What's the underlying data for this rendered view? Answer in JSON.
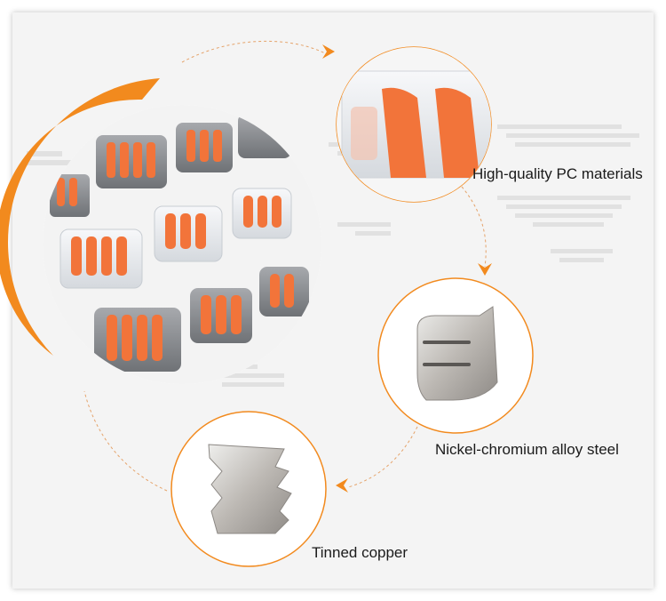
{
  "labels": {
    "pc": "High-quality PC materials",
    "steel": "Nickel-chromium alloy steel",
    "copper": "Tinned copper"
  },
  "colors": {
    "accent": "#f28a1e",
    "orange_lever": "#f2743a",
    "grey_body": "#8d9094",
    "clear_body": "#e9ecef",
    "metal": "#c9c6c2"
  }
}
